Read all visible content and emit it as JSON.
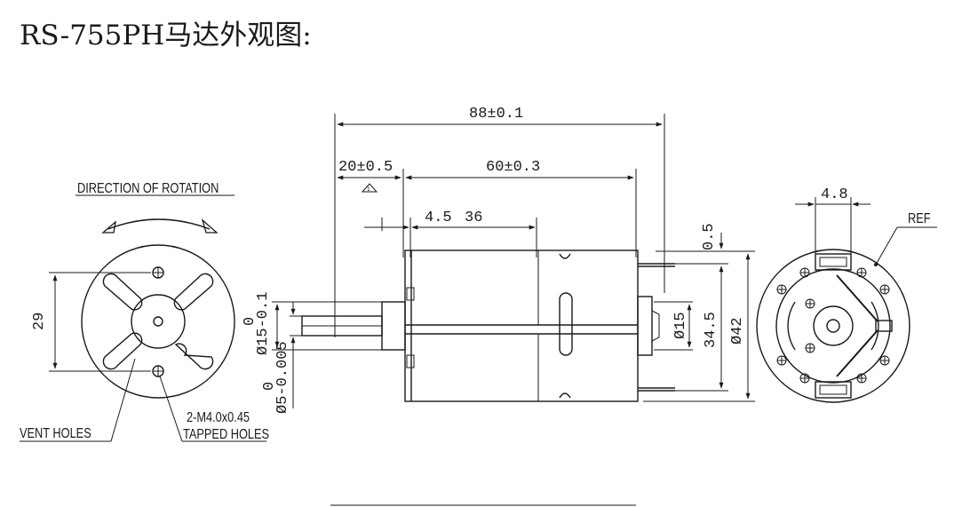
{
  "title": "RS-755PH马达外观图:",
  "left_view": {
    "direction_label": "DIRECTION OF ROTATION",
    "dim_29": "29",
    "vent_holes_label": "VENT HOLES",
    "tapped_holes_line1": "2-M4.0x0.45",
    "tapped_holes_line2": "TAPPED HOLES"
  },
  "side_view": {
    "dim_total_length": "88±0.1",
    "dim_front": "20±0.5",
    "dim_body": "60±0.3",
    "dim_4_5": "4.5",
    "dim_36": "36",
    "dim_0_5": "0.5",
    "dim_phi15_right": "Ø15",
    "dim_34_5": "34.5",
    "dim_phi42": "Ø42",
    "dim_boss": "Ø15-0.1 / 0",
    "dim_shaft": "Ø5-0.005 / 0"
  },
  "right_view": {
    "dim_4_8": "4.8",
    "ref_label": "REF"
  }
}
